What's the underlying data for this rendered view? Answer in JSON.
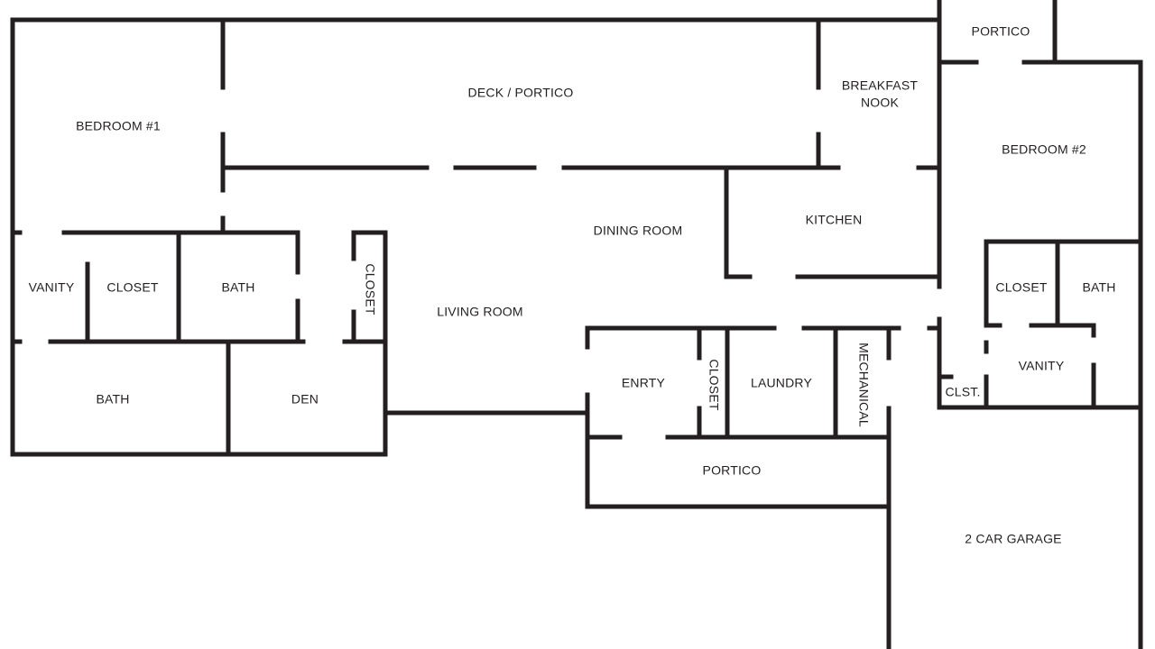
{
  "rooms": {
    "deck_portico": "DECK / PORTICO",
    "portico_top": "PORTICO",
    "breakfast_nook_line1": "BREAKFAST",
    "breakfast_nook_line2": "NOOK",
    "bedroom_1": "BEDROOM #1",
    "bedroom_2": "BEDROOM #2",
    "dining_room": "DINING ROOM",
    "kitchen": "KITCHEN",
    "vanity_left": "VANITY",
    "closet_left": "CLOSET",
    "bath_left_upper": "BATH",
    "closet_vertical_left": "CLOSET",
    "living_room": "LIVING ROOM",
    "closet_right": "CLOSET",
    "bath_right": "BATH",
    "enrty": "ENRTY",
    "closet_vertical_entry": "CLOSET",
    "laundry": "LAUNDRY",
    "mechanical": "MECHANICAL",
    "vanity_right": "VANITY",
    "clst": "CLST.",
    "bath_left_lower": "BATH",
    "den": "DEN",
    "portico_bottom": "PORTICO",
    "garage": "2 CAR GARAGE"
  },
  "colors": {
    "wall": "#231f20",
    "background": "#ffffff"
  }
}
